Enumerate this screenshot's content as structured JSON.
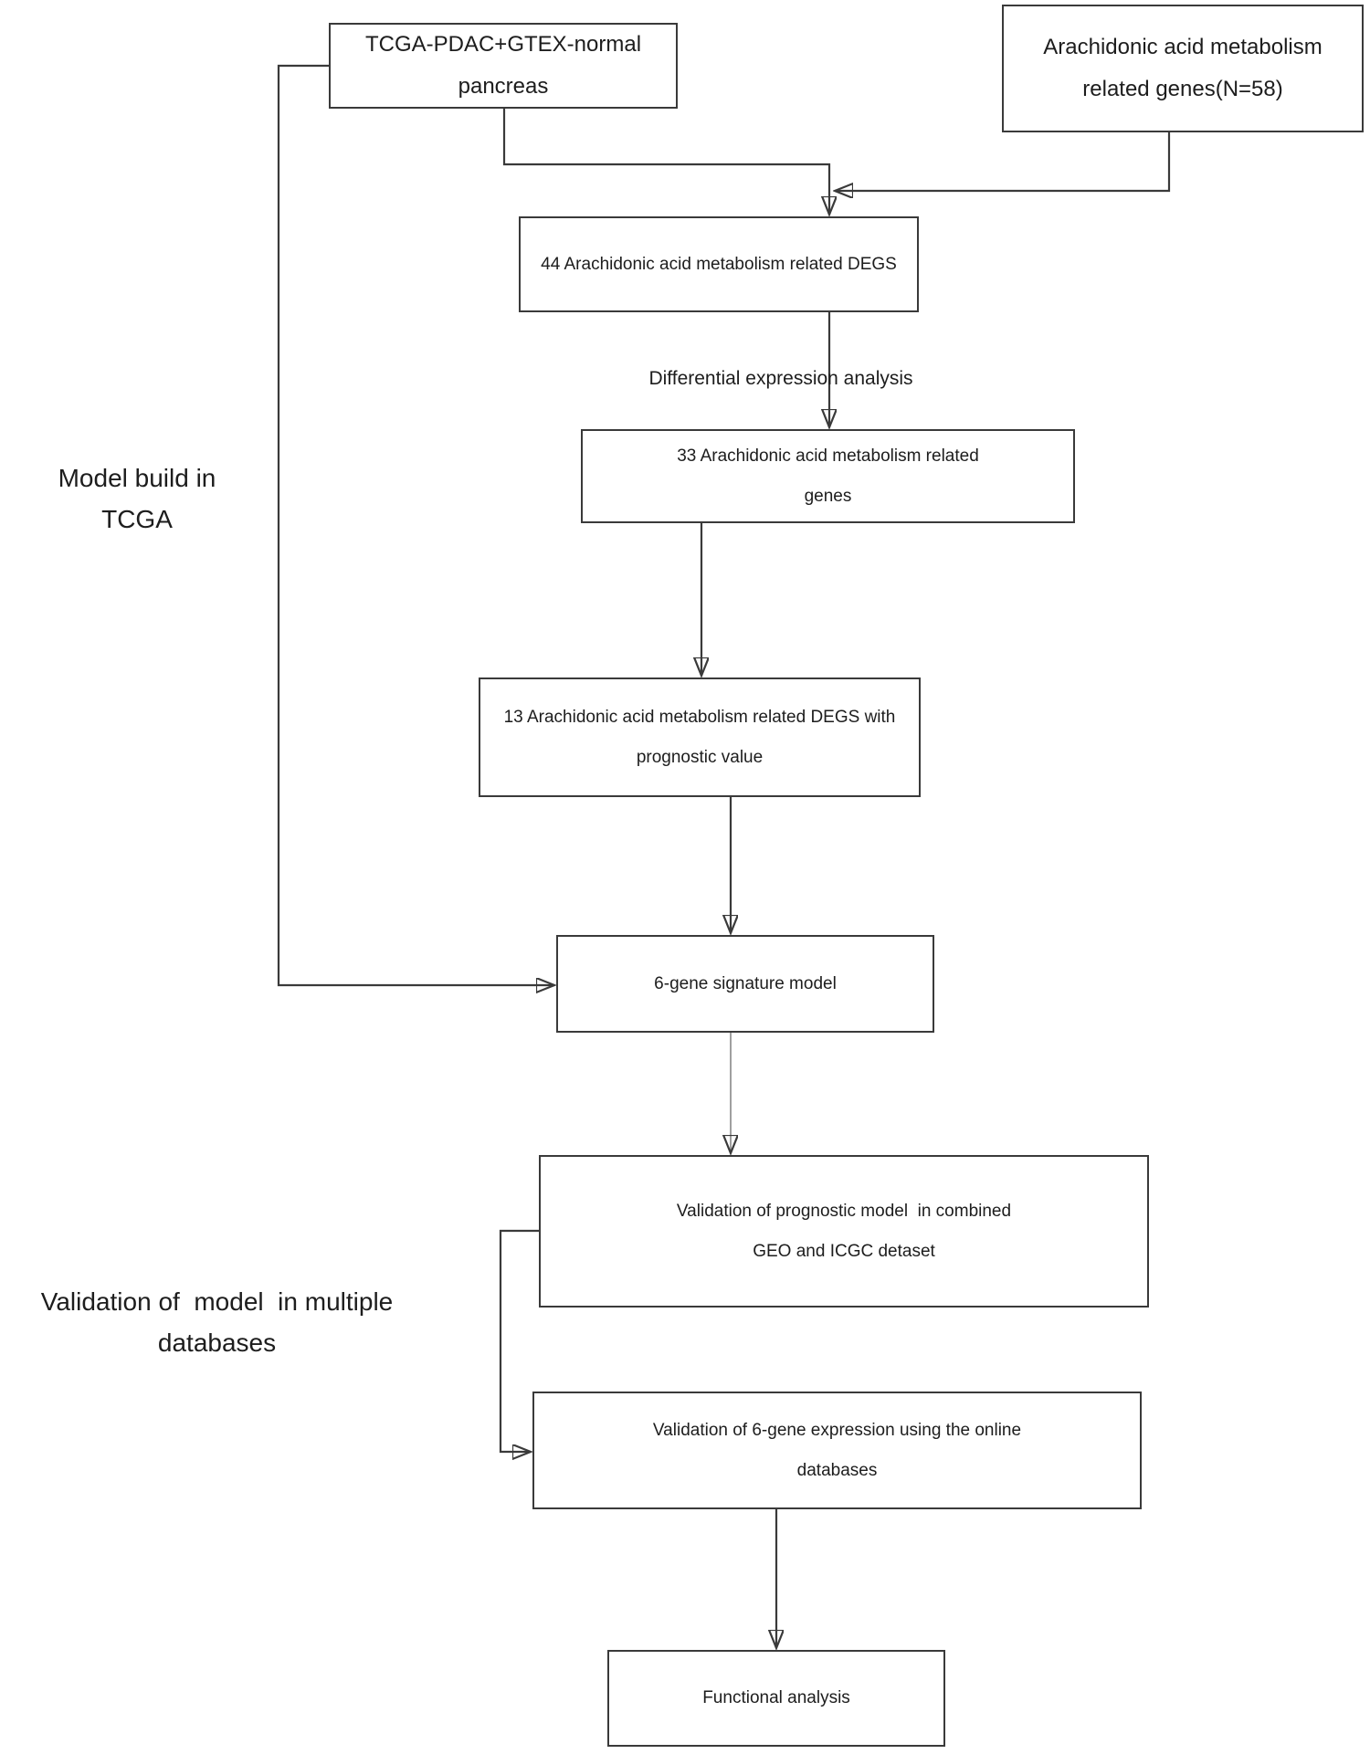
{
  "figure": {
    "background": "#ffffff",
    "line_color": "#3a3a3a",
    "thin_line_color": "#777777",
    "text_color": "#1d1d1d"
  },
  "side_labels": [
    {
      "id": "model-build-in-tcga",
      "lines": [
        "Model build in",
        "TCGA"
      ]
    },
    {
      "id": "validation-in-multiple-databases",
      "lines": [
        "Validation of  model  in multiple",
        "databases"
      ]
    }
  ],
  "nodes": [
    {
      "id": "tcga",
      "lines": [
        "TCGA-PDAC+GTEX-normal",
        "pancreas"
      ]
    },
    {
      "id": "genes58",
      "lines": [
        "Arachidonic acid metabolism",
        "related genes(N=58)"
      ]
    },
    {
      "id": "degs44",
      "lines": [
        "44 Arachidonic acid metabolism related DEGS"
      ]
    },
    {
      "id": "genes33",
      "lines": [
        "33 Arachidonic acid metabolism related",
        "genes"
      ]
    },
    {
      "id": "degs13",
      "lines": [
        "13 Arachidonic acid metabolism related DEGS with",
        "prognostic value"
      ]
    },
    {
      "id": "model6",
      "lines": [
        "6-gene signature model"
      ]
    },
    {
      "id": "val-combined",
      "lines": [
        "Validation of prognostic model  in combined",
        "GEO and ICGC detaset"
      ]
    },
    {
      "id": "val-online",
      "lines": [
        "Validation of 6-gene expression using the online",
        "databases"
      ]
    },
    {
      "id": "functional",
      "lines": [
        "Functional analysis"
      ]
    }
  ],
  "connectors": [
    {
      "from": "tcga",
      "to": "degs44",
      "label": ""
    },
    {
      "from": "genes58",
      "to": "degs44",
      "label": ""
    },
    {
      "from": "degs44",
      "to": "genes33",
      "label": "Differential expression analysis"
    },
    {
      "from": "genes33",
      "to": "degs13",
      "label": ""
    },
    {
      "from": "degs13",
      "to": "model6",
      "label": ""
    },
    {
      "from": "tcga",
      "to": "model6",
      "label": ""
    },
    {
      "from": "model6",
      "to": "val-combined",
      "label": ""
    },
    {
      "from": "val-combined",
      "to": "val-online",
      "label": ""
    },
    {
      "from": "val-online",
      "to": "functional",
      "label": ""
    }
  ]
}
